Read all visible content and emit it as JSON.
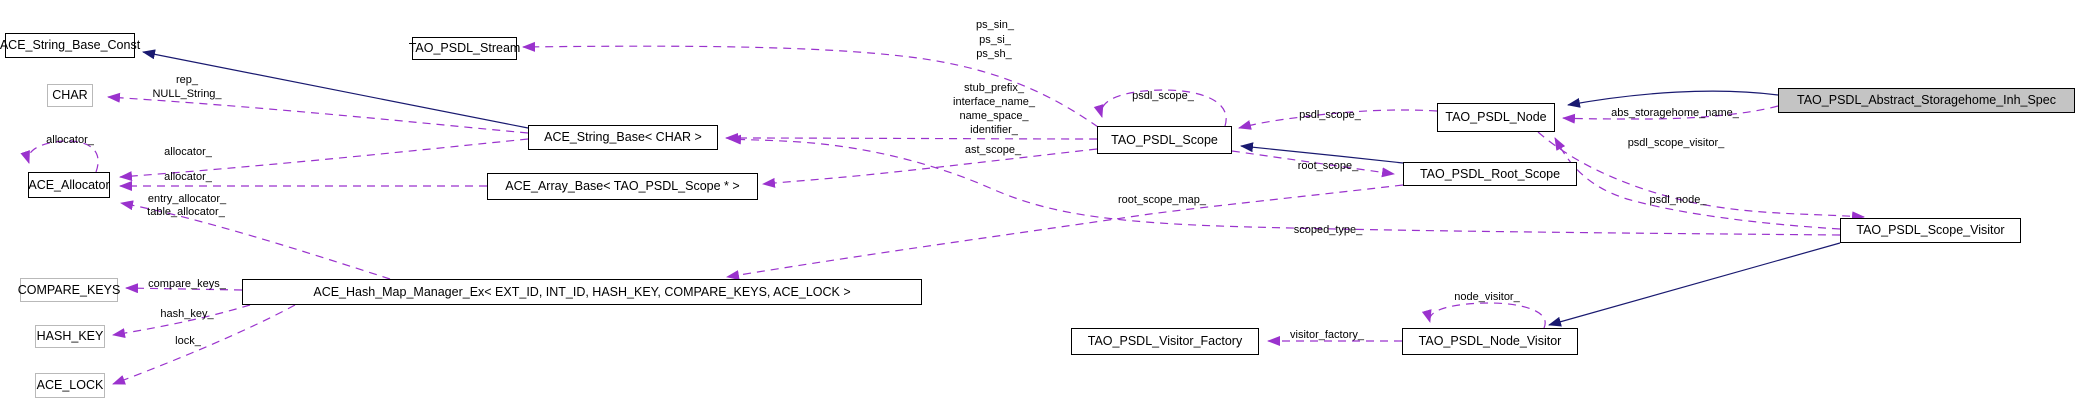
{
  "diagram": {
    "type": "doxygen-collaboration-graph",
    "colors": {
      "usage_edge": "#9a32cd",
      "inheritance_edge": "#191970",
      "highlight_fill": "#c4c4c4",
      "external_border": "#b9b9b9",
      "node_border": "#000000",
      "background": "#ffffff"
    },
    "nodes": [
      {
        "id": "ace-string-base-const",
        "label": "ACE_String_Base_Const"
      },
      {
        "id": "char",
        "label": "CHAR"
      },
      {
        "id": "ace-allocator",
        "label": "ACE_Allocator"
      },
      {
        "id": "tao-psdl-stream",
        "label": "TAO_PSDL_Stream"
      },
      {
        "id": "ace-string-base-char",
        "label": "ACE_String_Base< CHAR >"
      },
      {
        "id": "ace-array-base",
        "label": "ACE_Array_Base< TAO_PSDL_Scope * >"
      },
      {
        "id": "tao-psdl-scope",
        "label": "TAO_PSDL_Scope"
      },
      {
        "id": "tao-psdl-node",
        "label": "TAO_PSDL_Node"
      },
      {
        "id": "tao-psdl-abstract-storagehome-inh-spec",
        "label": "TAO_PSDL_Abstract_Storagehome_Inh_Spec"
      },
      {
        "id": "tao-psdl-root-scope",
        "label": "TAO_PSDL_Root_Scope"
      },
      {
        "id": "tao-psdl-scope-visitor",
        "label": "TAO_PSDL_Scope_Visitor"
      },
      {
        "id": "ace-hash-map-manager-ex",
        "label": "ACE_Hash_Map_Manager_Ex< EXT_ID, INT_ID, HASH_KEY, COMPARE_KEYS, ACE_LOCK >"
      },
      {
        "id": "compare-keys",
        "label": "COMPARE_KEYS"
      },
      {
        "id": "hash-key",
        "label": "HASH_KEY"
      },
      {
        "id": "ace-lock",
        "label": "ACE_LOCK"
      },
      {
        "id": "tao-psdl-visitor-factory",
        "label": "TAO_PSDL_Visitor_Factory"
      },
      {
        "id": "tao-psdl-node-visitor",
        "label": "TAO_PSDL_Node_Visitor"
      }
    ],
    "labels": [
      {
        "text": "rep_"
      },
      {
        "text": "NULL_String_"
      },
      {
        "text": "allocator_"
      },
      {
        "text": "allocator_"
      },
      {
        "text": "allocator_"
      },
      {
        "text": "entry_allocator_"
      },
      {
        "text": "table_allocator_"
      },
      {
        "text": "compare_keys_"
      },
      {
        "text": "hash_key_"
      },
      {
        "text": "lock_"
      },
      {
        "text": "ps_sin_"
      },
      {
        "text": "ps_si_"
      },
      {
        "text": "ps_sh_"
      },
      {
        "text": "stub_prefix_"
      },
      {
        "text": "interface_name_"
      },
      {
        "text": "name_space_"
      },
      {
        "text": "identifier_"
      },
      {
        "text": "ast_scope_"
      },
      {
        "text": "psdl_scope_"
      },
      {
        "text": "psdl_scope_"
      },
      {
        "text": "root_scope_"
      },
      {
        "text": "root_scope_map_"
      },
      {
        "text": "scoped_type_"
      },
      {
        "text": "abs_storagehome_name_"
      },
      {
        "text": "psdl_scope_visitor_"
      },
      {
        "text": "psdl_node_"
      },
      {
        "text": "node_visitor_"
      },
      {
        "text": "visitor_factory_"
      }
    ],
    "edges": [
      {
        "from": "ACE_String_Base< CHAR >",
        "to": "ACE_String_Base_Const",
        "type": "inheritance",
        "labels": []
      },
      {
        "from": "ACE_String_Base< CHAR >",
        "to": "CHAR",
        "type": "usage",
        "labels": [
          "rep_",
          "NULL_String_"
        ]
      },
      {
        "from": "ACE_Allocator",
        "to": "ACE_Allocator",
        "type": "usage",
        "labels": [
          "allocator_"
        ]
      },
      {
        "from": "ACE_String_Base< CHAR >",
        "to": "ACE_Allocator",
        "type": "usage",
        "labels": [
          "allocator_"
        ]
      },
      {
        "from": "ACE_Array_Base< TAO_PSDL_Scope * >",
        "to": "ACE_Allocator",
        "type": "usage",
        "labels": [
          "allocator_"
        ]
      },
      {
        "from": "ACE_Hash_Map_Manager_Ex< EXT_ID, INT_ID, HASH_KEY, COMPARE_KEYS, ACE_LOCK >",
        "to": "ACE_Allocator",
        "type": "usage",
        "labels": [
          "entry_allocator_",
          "table_allocator_"
        ]
      },
      {
        "from": "ACE_Hash_Map_Manager_Ex< EXT_ID, INT_ID, HASH_KEY, COMPARE_KEYS, ACE_LOCK >",
        "to": "COMPARE_KEYS",
        "type": "usage",
        "labels": [
          "compare_keys_"
        ]
      },
      {
        "from": "ACE_Hash_Map_Manager_Ex< EXT_ID, INT_ID, HASH_KEY, COMPARE_KEYS, ACE_LOCK >",
        "to": "HASH_KEY",
        "type": "usage",
        "labels": [
          "hash_key_"
        ]
      },
      {
        "from": "ACE_Hash_Map_Manager_Ex< EXT_ID, INT_ID, HASH_KEY, COMPARE_KEYS, ACE_LOCK >",
        "to": "ACE_LOCK",
        "type": "usage",
        "labels": [
          "lock_"
        ]
      },
      {
        "from": "TAO_PSDL_Scope",
        "to": "TAO_PSDL_Stream",
        "type": "usage",
        "labels": [
          "ps_sin_",
          "ps_si_",
          "ps_sh_"
        ]
      },
      {
        "from": "TAO_PSDL_Scope",
        "to": "ACE_String_Base< CHAR >",
        "type": "usage",
        "labels": [
          "stub_prefix_",
          "interface_name_",
          "name_space_",
          "identifier_"
        ]
      },
      {
        "from": "TAO_PSDL_Scope",
        "to": "ACE_Array_Base< TAO_PSDL_Scope * >",
        "type": "usage",
        "labels": [
          "ast_scope_"
        ]
      },
      {
        "from": "TAO_PSDL_Scope",
        "to": "TAO_PSDL_Scope",
        "type": "usage",
        "labels": [
          "psdl_scope_"
        ]
      },
      {
        "from": "TAO_PSDL_Node",
        "to": "TAO_PSDL_Scope",
        "type": "usage",
        "labels": [
          "psdl_scope_"
        ]
      },
      {
        "from": "TAO_PSDL_Scope",
        "to": "TAO_PSDL_Root_Scope",
        "type": "usage",
        "labels": [
          "root_scope_"
        ]
      },
      {
        "from": "TAO_PSDL_Root_Scope",
        "to": "TAO_PSDL_Scope",
        "type": "inheritance",
        "labels": []
      },
      {
        "from": "TAO_PSDL_Root_Scope",
        "to": "ACE_Hash_Map_Manager_Ex< EXT_ID, INT_ID, HASH_KEY, COMPARE_KEYS, ACE_LOCK >",
        "type": "usage",
        "labels": [
          "root_scope_map_"
        ]
      },
      {
        "from": "TAO_PSDL_Abstract_Storagehome_Inh_Spec",
        "to": "TAO_PSDL_Node",
        "type": "inheritance",
        "labels": []
      },
      {
        "from": "TAO_PSDL_Abstract_Storagehome_Inh_Spec",
        "to": "TAO_PSDL_Node",
        "type": "usage",
        "labels": [
          "abs_storagehome_name_"
        ]
      },
      {
        "from": "TAO_PSDL_Node",
        "to": "TAO_PSDL_Scope_Visitor",
        "type": "usage",
        "labels": [
          "psdl_scope_visitor_"
        ]
      },
      {
        "from": "TAO_PSDL_Scope_Visitor",
        "to": "TAO_PSDL_Node",
        "type": "usage",
        "labels": [
          "psdl_node_"
        ]
      },
      {
        "from": "TAO_PSDL_Scope_Visitor",
        "to": "ACE_String_Base< CHAR >",
        "type": "usage",
        "labels": [
          "scoped_type_"
        ]
      },
      {
        "from": "TAO_PSDL_Scope_Visitor",
        "to": "TAO_PSDL_Node_Visitor",
        "type": "inheritance",
        "labels": []
      },
      {
        "from": "TAO_PSDL_Node_Visitor",
        "to": "TAO_PSDL_Node_Visitor",
        "type": "usage",
        "labels": [
          "node_visitor_"
        ]
      },
      {
        "from": "TAO_PSDL_Node_Visitor",
        "to": "TAO_PSDL_Visitor_Factory",
        "type": "usage",
        "labels": [
          "visitor_factory_"
        ]
      }
    ]
  }
}
